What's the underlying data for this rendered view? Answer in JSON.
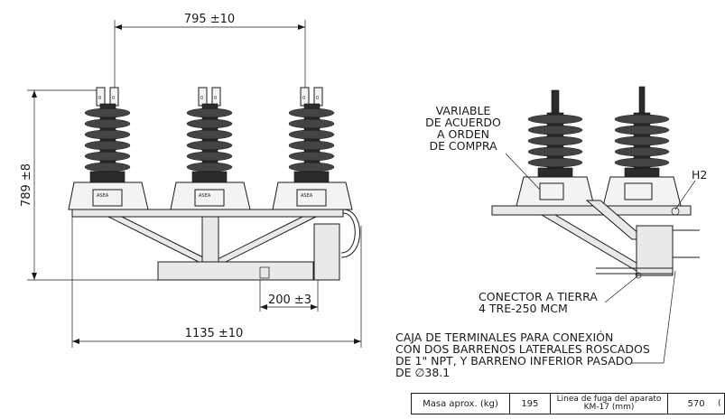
{
  "dimensions": {
    "top_width": "795 ±10",
    "height": "789 ±8",
    "offset": "200 ±3",
    "total_width": "1135 ±10"
  },
  "notes": {
    "variable": [
      "VARIABLE",
      "DE ACUERDO",
      "A ORDEN",
      "DE COMPRA"
    ],
    "h2": "H2",
    "ground": [
      "CONECTOR A TIERRA",
      "4 TRE-250 MCM"
    ],
    "terminal_box": [
      "CAJA DE TERMINALES PARA CONEXIÓN",
      "CON DOS BARRENOS LATERALES ROSCADOS",
      "DE 1\" NPT, Y BARRENO INFERIOR PASADO",
      "DE ∅38.1"
    ]
  },
  "table": {
    "mass_label": "Masa aprox. (kg)",
    "mass_value": "195",
    "leakage_label": "Linea de fuga del aparato KM-17 (mm)",
    "leakage_value": "570"
  },
  "edge_fragment": "("
}
